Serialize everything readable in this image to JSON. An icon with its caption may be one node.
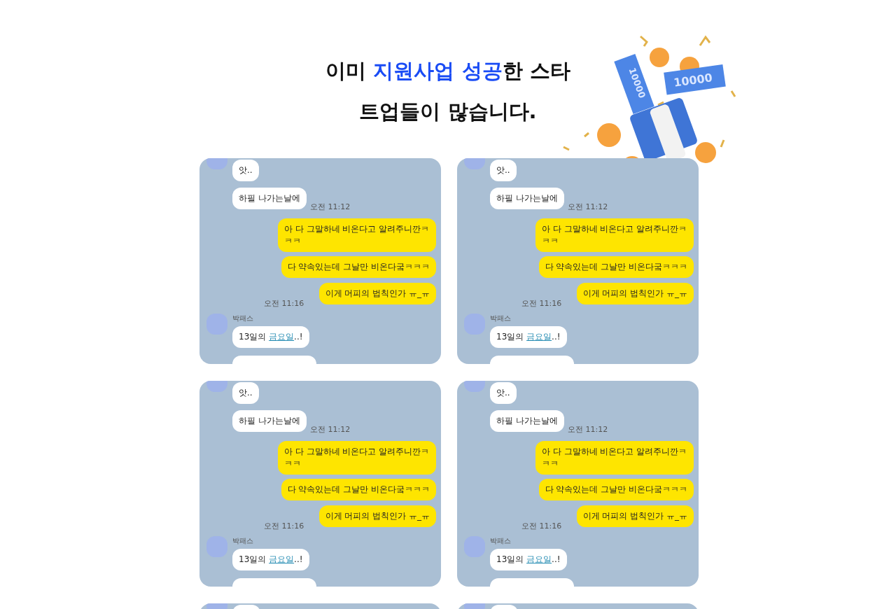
{
  "diagram": {
    "title": "이미 **지원사업 성공**한 스타트업들이 많습니다.",
    "labels": [
      "10000",
      "10000",
      "앗..",
      "하필 나가는날에",
      "오전 11:12",
      "아 다 그말하네 비온다고 알려주니깐ㅋㅋㅋ",
      "다 약속있는데 그날만 비온다궄ㅋㅋㅋ",
      "이게 머피의 법칙인가 ㅠ_ㅠ",
      "오전 11:16",
      "박패스",
      "13일의 *금요일*..!",
      "앗..",
      "하필 나가는날에",
      "오전 11:12",
      "아 다 그말하네 비온다고 알려주니깐ㅋㅋㅋ",
      "다 약속있는데 그날만 비온다궄ㅋㅋㅋ",
      "이게 머피의 법칙인가 ㅠ_ㅠ",
      "오전 11:16",
      "박패스",
      "13일의 *금요일*..!",
      "앗..",
      "하필 나가는날에",
      "오전 11:12",
      "아 다 그말하네 비온다고 알려주니깐ㅋㅋㅋ",
      "다 약속있는데 그날만 비온다궄ㅋㅋㅋ",
      "이게 머피의 법칙인가 ㅠ_ㅠ",
      "오전 11:16",
      "박패스",
      "13일의 *금요일*..!",
      "앗..",
      "하필 나가는날에",
      "오전 11:12",
      "아 다 그말하네 비온다고 알려주니깐ㅋㅋㅋ",
      "다 약속있는데 그날만 비온다궄ㅋㅋㅋ",
      "이게 머피의 법칙인가 ㅠ_ㅠ",
      "오전 11:16",
      "박패스",
      "13일의 *금요일*..!"
    ]
  }
}
